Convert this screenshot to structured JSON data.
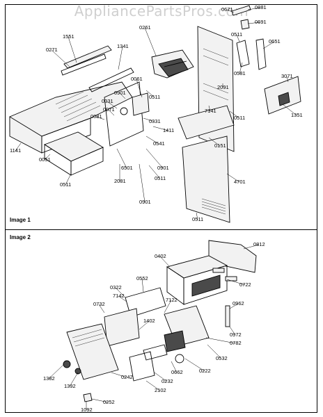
{
  "watermark": "AppliancePartsPros.com",
  "panels": [
    {
      "title": "Image 1"
    },
    {
      "title": "Image 2"
    }
  ],
  "callouts": [
    "0671",
    "0881",
    "0691",
    "0261",
    "0511",
    "0651",
    "1551",
    "0271",
    "1341",
    "0581",
    "3071",
    "2091",
    "0061",
    "0901",
    "0331",
    "0511",
    "7141",
    "1351",
    "0071",
    "0081",
    "0331",
    "1411",
    "0511",
    "0541",
    "0151",
    "1141",
    "6501",
    "0901",
    "4701",
    "0051",
    "0511",
    "2081",
    "0511",
    "0901",
    "0511",
    "0812",
    "0402",
    "0722",
    "0962",
    "0552",
    "0322",
    "7142",
    "7122",
    "0732",
    "0972",
    "0782",
    "1402",
    "0532",
    "0222",
    "0662",
    "0232",
    "2102",
    "1382",
    "1392",
    "0242",
    "0252",
    "1092"
  ]
}
